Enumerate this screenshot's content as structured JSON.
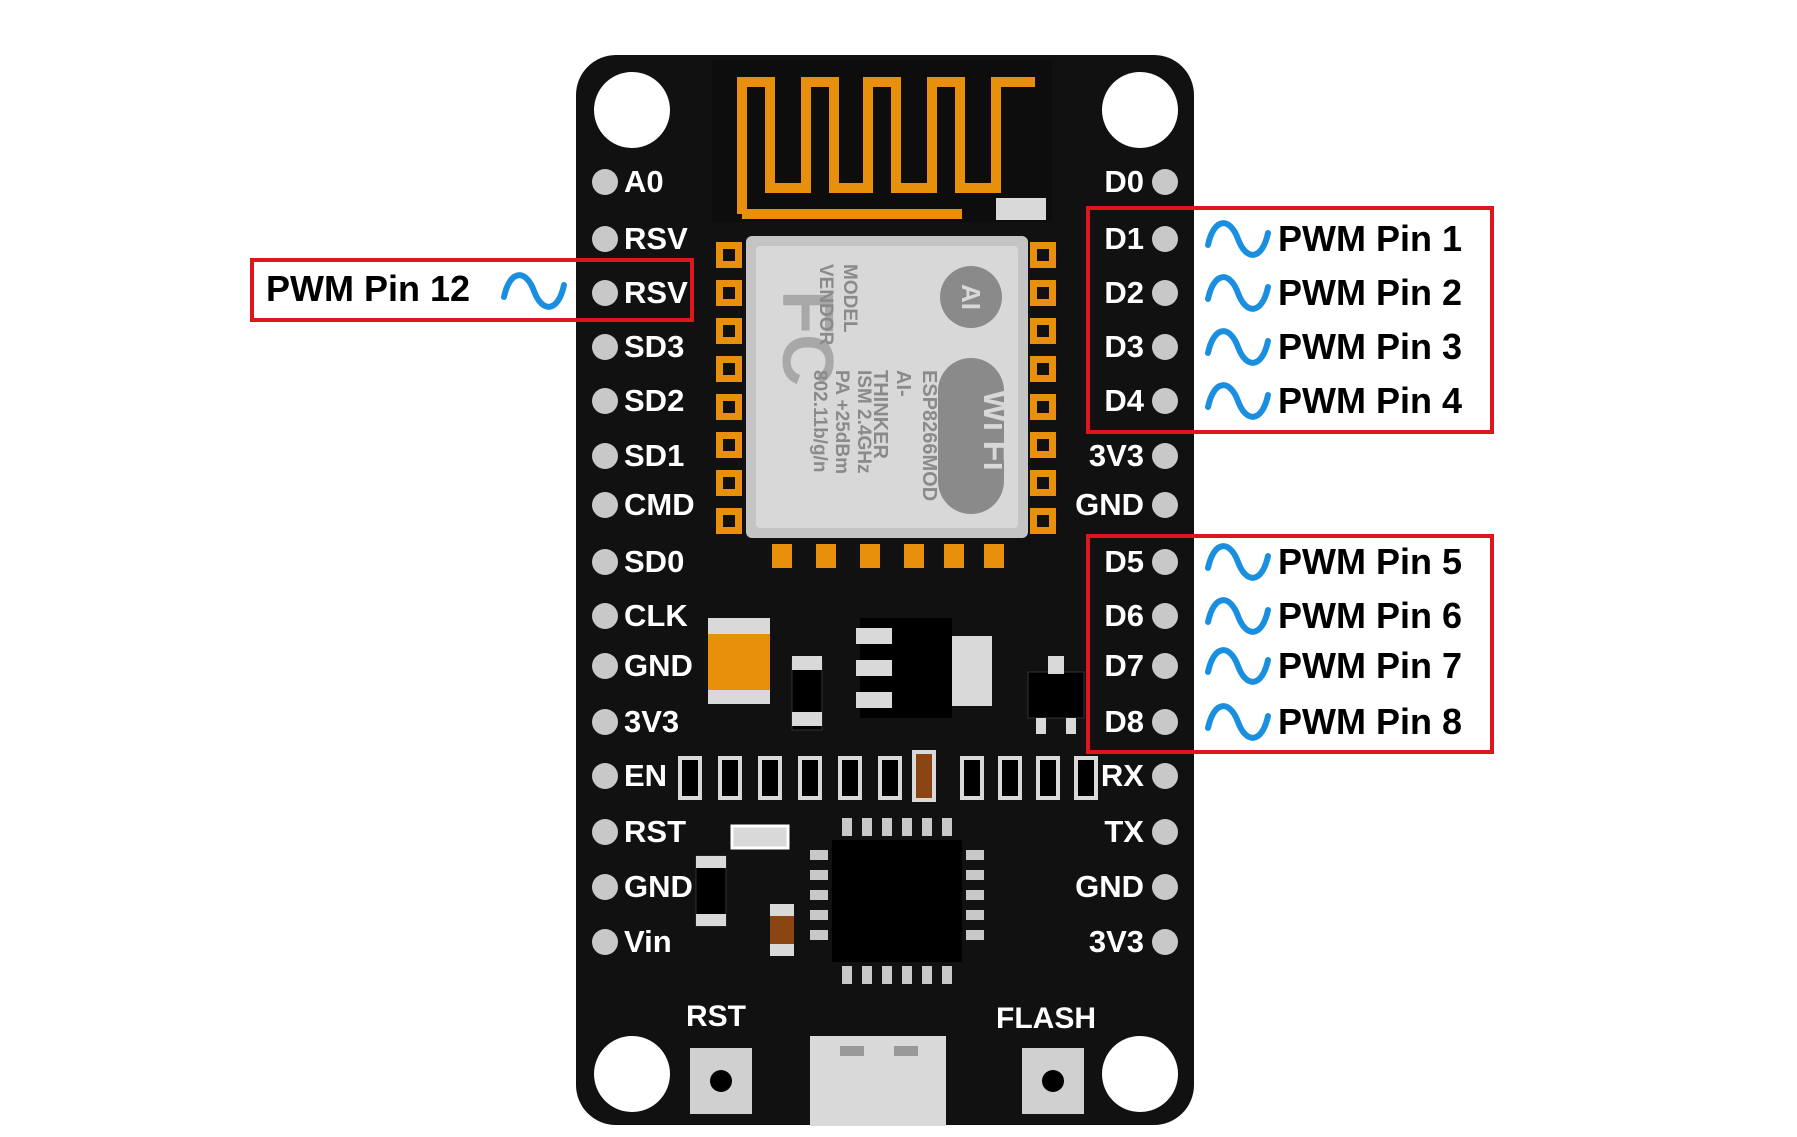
{
  "board": {
    "left_pins": [
      "A0",
      "RSV",
      "RSV",
      "SD3",
      "SD2",
      "SD1",
      "CMD",
      "SD0",
      "CLK",
      "GND",
      "3V3",
      "EN",
      "RST",
      "GND",
      "Vin"
    ],
    "right_pins": [
      "D0",
      "D1",
      "D2",
      "D3",
      "D4",
      "3V3",
      "GND",
      "D5",
      "D6",
      "D7",
      "D8",
      "RX",
      "TX",
      "GND",
      "3V3"
    ],
    "buttons": {
      "rst": "RST",
      "flash": "FLASH"
    },
    "module_text": {
      "model": "MODEL",
      "vendor": "VENDOR",
      "model_value": "ESP8266MOD",
      "vendor_value": "AI-THINKER",
      "ism": "ISM 2.4GHz",
      "pa": "PA +25dBm",
      "std": "802.11b/g/n",
      "logo_ai": "AI",
      "logo_wifi": "Wi Fi",
      "fcc": "FC"
    }
  },
  "pwm_callouts": {
    "left": [
      "PWM Pin 12"
    ],
    "right_top": [
      "PWM Pin 1",
      "PWM Pin 2",
      "PWM Pin 3",
      "PWM Pin 4"
    ],
    "right_bottom": [
      "PWM Pin 5",
      "PWM Pin 6",
      "PWM Pin 7",
      "PWM Pin 8"
    ]
  },
  "colors": {
    "board": "#111111",
    "callout_border": "#e0161b",
    "wave": "#1a8fe0",
    "antenna": "#e8900c",
    "pad": "#c8c8c8"
  }
}
